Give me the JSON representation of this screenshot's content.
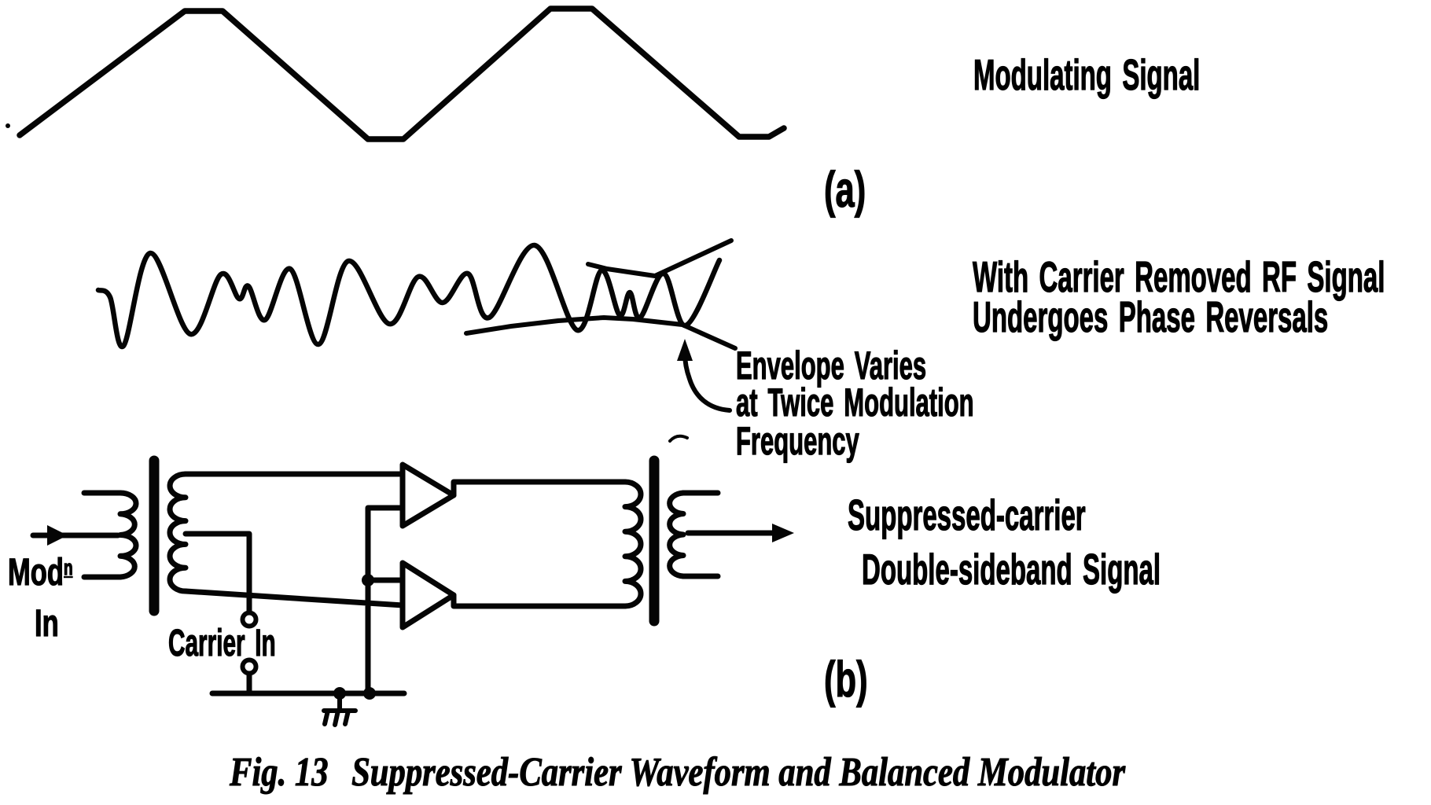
{
  "labels": {
    "modulating_signal": "Modulating Signal",
    "part_a": "(a)",
    "rf_line1": "With Carrier Removed RF Signal",
    "rf_line2": "Undergoes Phase Reversals",
    "envelope_line1": "Envelope Varies",
    "envelope_line2": "at Twice Modulation",
    "envelope_line3": "Frequency",
    "output_line1": "Suppressed-carrier",
    "output_line2": "Double-sideband Signal",
    "part_b": "(b)",
    "mod_base": "Mod",
    "mod_sup": "n",
    "mod_line2": "In",
    "carrier_in": "Carrier In"
  },
  "caption": {
    "figure_number": "Fig. 13",
    "title": "Suppressed-Carrier Waveform and Balanced Modulator"
  },
  "colors": {
    "ink": "#000000",
    "paper": "#ffffff"
  }
}
